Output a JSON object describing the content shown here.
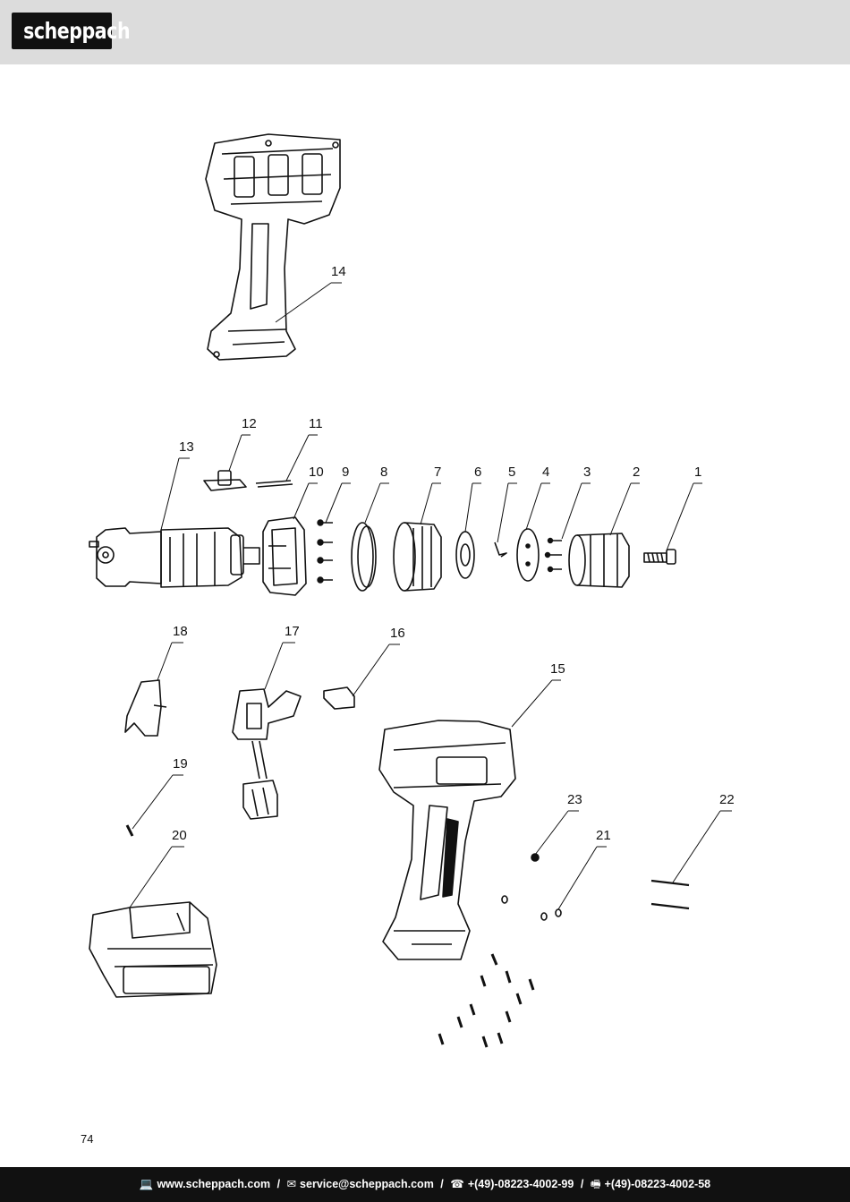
{
  "header": {
    "logo_text": "scheppach"
  },
  "part_numbers": [
    "1",
    "2",
    "3",
    "4",
    "5",
    "6",
    "7",
    "8",
    "9",
    "10",
    "11",
    "12",
    "13",
    "14",
    "15",
    "16",
    "17",
    "18",
    "19",
    "20",
    "21",
    "22",
    "23"
  ],
  "page_number": "74",
  "footer": {
    "website": "www.scheppach.com",
    "email": "service@scheppach.com",
    "phone": "+(49)-08223-4002-99",
    "fax": "+(49)-08223-4002-58",
    "separator": "/",
    "icons": [
      "computer-icon",
      "mail-icon",
      "phone-icon",
      "fax-icon"
    ]
  }
}
